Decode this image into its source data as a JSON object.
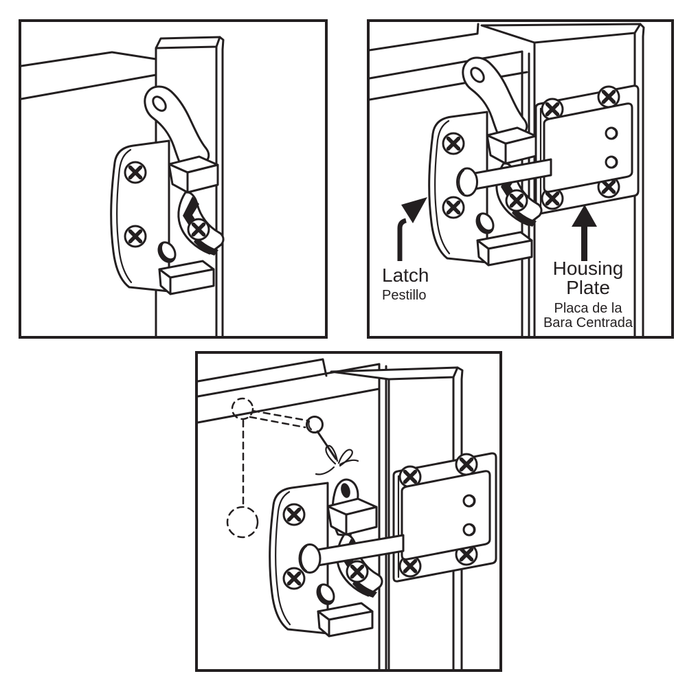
{
  "labels": {
    "latch": {
      "title": "Latch",
      "subtitle": "Pestillo"
    },
    "housing": {
      "title_line1": "Housing",
      "title_line2": "Plate",
      "subtitle_line1": "Placa de la",
      "subtitle_line2": "Bara Centrada"
    }
  },
  "colors": {
    "line": "#231f20",
    "background": "#ffffff"
  }
}
